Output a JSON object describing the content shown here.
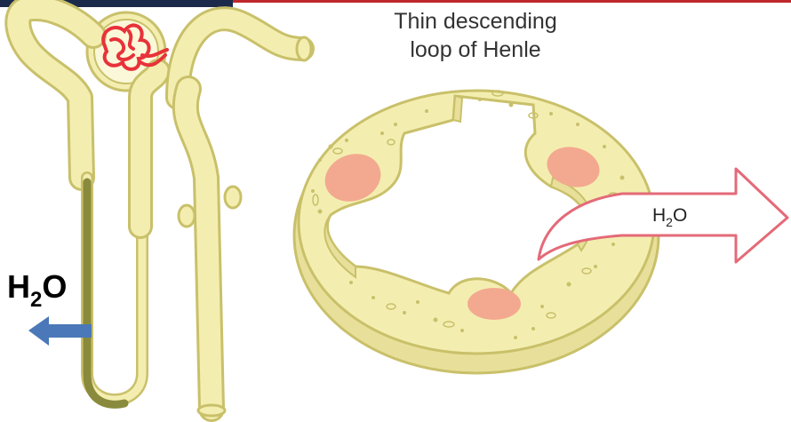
{
  "labels": {
    "section_title_line1": "Thin descending",
    "section_title_line2": "loop of Henle",
    "water_label_left": "H",
    "water_label_left_sub": "2",
    "water_label_left_end": "O",
    "water_label_right": "H",
    "water_label_right_sub": "2",
    "water_label_right_end": "O"
  },
  "colors": {
    "tubule_fill": "#f3eeb0",
    "tubule_stroke": "#c9c06a",
    "thin_segment": "#8a8a3c",
    "glomerulus": "#e8323a",
    "nucleus": "#f3a98f",
    "arrow_blue": "#4b78b8",
    "arrow_pink_stroke": "#e46a78",
    "top_border_red": "#c0272d",
    "top_border_dark": "#1b2a4a"
  },
  "icons": {
    "left_arrow": "blue-left-arrow-icon",
    "right_arrow": "pink-outline-right-arrow-icon"
  }
}
